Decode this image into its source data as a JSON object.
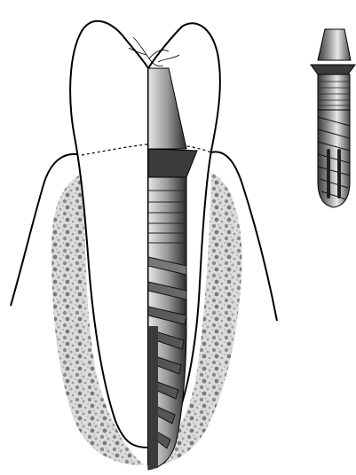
{
  "figure": {
    "subject": "dental-implant-cross-section",
    "panels": [
      {
        "name": "tooth-with-implant-cross-section"
      },
      {
        "name": "standalone-implant"
      }
    ],
    "colors": {
      "outline": "#000000",
      "bone_fill": "#d9d9d9",
      "bone_texture": "#8a8a8a",
      "metal_light": "#e8e8e8",
      "metal_dark": "#3a3a3a",
      "crown_fill": "#ffffff"
    }
  }
}
